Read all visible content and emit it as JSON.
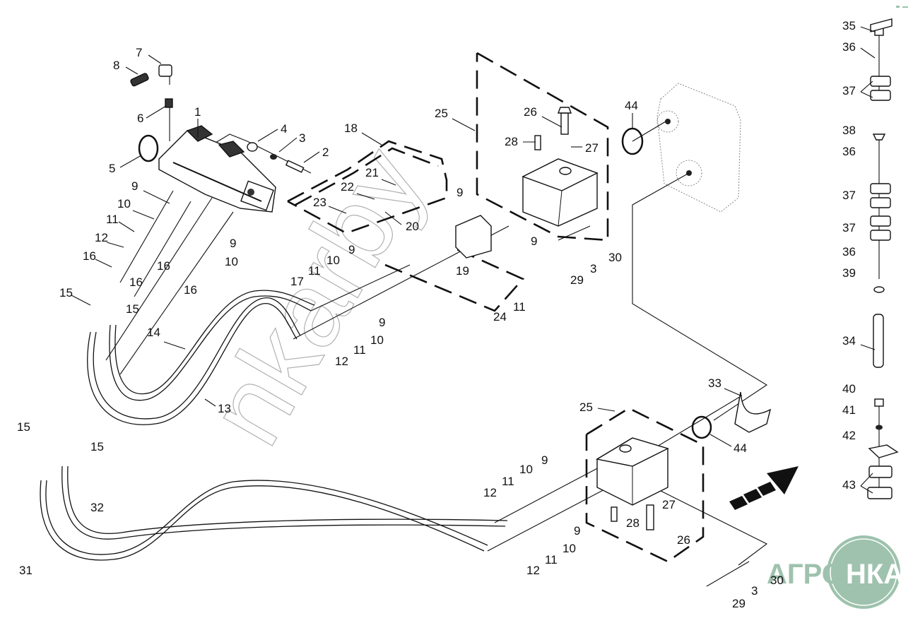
{
  "diagram": {
    "type": "exploded-parts-diagram",
    "subject": "hydraulic pump assembly with hoses",
    "callouts": [
      {
        "id": "c1",
        "label": "1"
      },
      {
        "id": "c2",
        "label": "2"
      },
      {
        "id": "c3a",
        "label": "3"
      },
      {
        "id": "c4",
        "label": "4"
      },
      {
        "id": "c5",
        "label": "5"
      },
      {
        "id": "c6",
        "label": "6"
      },
      {
        "id": "c7",
        "label": "7"
      },
      {
        "id": "c8",
        "label": "8"
      },
      {
        "id": "c9a",
        "label": "9"
      },
      {
        "id": "c10a",
        "label": "10"
      },
      {
        "id": "c11a",
        "label": "11"
      },
      {
        "id": "c12a",
        "label": "12"
      },
      {
        "id": "c16a",
        "label": "16"
      },
      {
        "id": "c16b",
        "label": "16"
      },
      {
        "id": "c16c",
        "label": "16"
      },
      {
        "id": "c16d",
        "label": "16"
      },
      {
        "id": "c9b",
        "label": "9"
      },
      {
        "id": "c10b",
        "label": "10"
      },
      {
        "id": "c15a",
        "label": "15"
      },
      {
        "id": "c15b",
        "label": "15"
      },
      {
        "id": "c14",
        "label": "14"
      },
      {
        "id": "c13",
        "label": "13"
      },
      {
        "id": "c18",
        "label": "18"
      },
      {
        "id": "c21",
        "label": "21"
      },
      {
        "id": "c22",
        "label": "22"
      },
      {
        "id": "c23",
        "label": "23"
      },
      {
        "id": "c20",
        "label": "20"
      },
      {
        "id": "c9c",
        "label": "9"
      },
      {
        "id": "c10c",
        "label": "10"
      },
      {
        "id": "c11b",
        "label": "11"
      },
      {
        "id": "c17",
        "label": "17"
      },
      {
        "id": "c9d",
        "label": "9"
      },
      {
        "id": "c10d",
        "label": "10"
      },
      {
        "id": "c11c",
        "label": "11"
      },
      {
        "id": "c12b",
        "label": "12"
      },
      {
        "id": "c25a",
        "label": "25"
      },
      {
        "id": "c26a",
        "label": "26"
      },
      {
        "id": "c28a",
        "label": "28"
      },
      {
        "id": "c27a",
        "label": "27"
      },
      {
        "id": "c44a",
        "label": "44"
      },
      {
        "id": "c9e",
        "label": "9"
      },
      {
        "id": "c9f",
        "label": "9"
      },
      {
        "id": "c19",
        "label": "19"
      },
      {
        "id": "c24",
        "label": "24"
      },
      {
        "id": "c11d",
        "label": "11"
      },
      {
        "id": "c29a",
        "label": "29"
      },
      {
        "id": "c3b",
        "label": "3"
      },
      {
        "id": "c30a",
        "label": "30"
      },
      {
        "id": "c15c",
        "label": "15"
      },
      {
        "id": "c15d",
        "label": "15"
      },
      {
        "id": "c32",
        "label": "32"
      },
      {
        "id": "c31",
        "label": "31"
      },
      {
        "id": "c25b",
        "label": "25"
      },
      {
        "id": "c33",
        "label": "33"
      },
      {
        "id": "c44b",
        "label": "44"
      },
      {
        "id": "c9g",
        "label": "9"
      },
      {
        "id": "c10e",
        "label": "10"
      },
      {
        "id": "c11e",
        "label": "11"
      },
      {
        "id": "c12c",
        "label": "12"
      },
      {
        "id": "c9h",
        "label": "9"
      },
      {
        "id": "c10f",
        "label": "10"
      },
      {
        "id": "c11f",
        "label": "11"
      },
      {
        "id": "c12d",
        "label": "12"
      },
      {
        "id": "c27b",
        "label": "27"
      },
      {
        "id": "c28b",
        "label": "28"
      },
      {
        "id": "c26b",
        "label": "26"
      },
      {
        "id": "c30b",
        "label": "30"
      },
      {
        "id": "c3c",
        "label": "3"
      },
      {
        "id": "c29b",
        "label": "29"
      },
      {
        "id": "c35",
        "label": "35"
      },
      {
        "id": "c36a",
        "label": "36"
      },
      {
        "id": "c37a",
        "label": "37"
      },
      {
        "id": "c38",
        "label": "38"
      },
      {
        "id": "c36b",
        "label": "36"
      },
      {
        "id": "c37b",
        "label": "37"
      },
      {
        "id": "c37c",
        "label": "37"
      },
      {
        "id": "c36c",
        "label": "36"
      },
      {
        "id": "c39",
        "label": "39"
      },
      {
        "id": "c34",
        "label": "34"
      },
      {
        "id": "c40",
        "label": "40"
      },
      {
        "id": "c41",
        "label": "41"
      },
      {
        "id": "c42",
        "label": "42"
      },
      {
        "id": "c43",
        "label": "43"
      }
    ],
    "direction_arrow": "forward-direction-arrow"
  },
  "watermark": {
    "text": "nkarby"
  },
  "logo": {
    "left_text": "АГРО",
    "right_text": "НКА",
    "color": "#9ec2ad"
  }
}
